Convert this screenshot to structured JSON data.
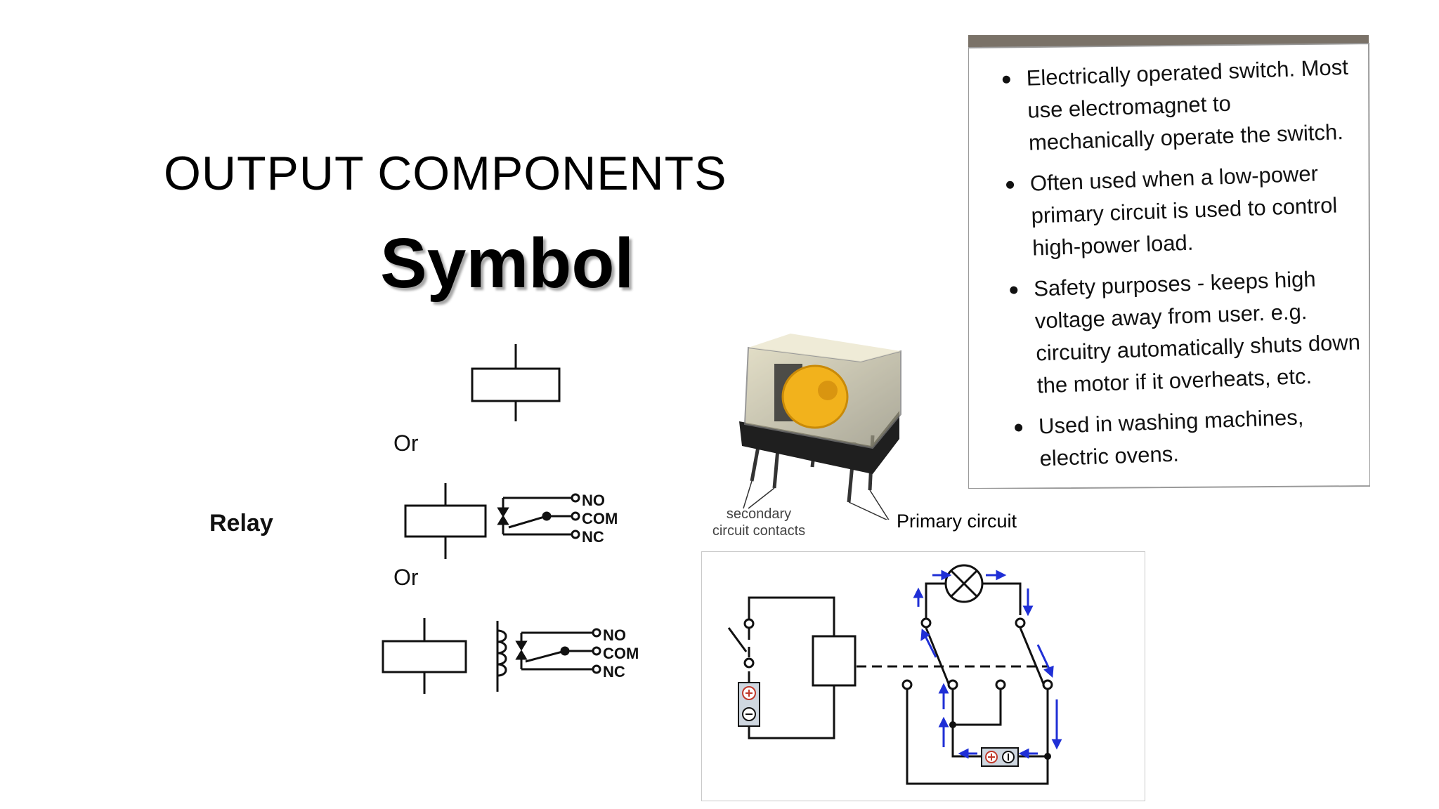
{
  "slide": {
    "title": "OUTPUT COMPONENTS",
    "heading": "Symbol"
  },
  "relay_symbols": {
    "label": "Relay",
    "or_1": "Or",
    "or_2": "Or",
    "contacts_1": {
      "no": "NO",
      "com": "COM",
      "nc": "NC"
    },
    "contacts_2": {
      "no": "NO",
      "com": "COM",
      "nc": "NC"
    }
  },
  "photo": {
    "secondary_label_line1": "secondary",
    "secondary_label_line2": "circuit contacts",
    "primary_label": "Primary circuit"
  },
  "info_card": {
    "bullets": [
      "Electrically operated switch. Most use electromagnet to mechanically operate the switch.",
      "Often used when a low-power primary circuit is used to control high-power load.",
      "Safety purposes - keeps high voltage away from user. e.g. circuitry automatically shuts down the motor if it overheats, etc.",
      "Used in washing machines, electric ovens."
    ]
  },
  "colors": {
    "arrow_blue": "#1f2fd6",
    "relay_amber": "#f2b21c",
    "card_border": "#9a9a9a"
  }
}
